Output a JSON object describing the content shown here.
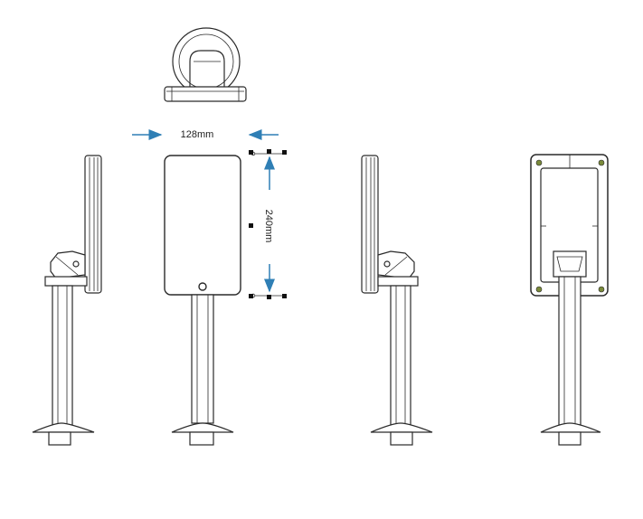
{
  "dimensions": {
    "width_label": "128mm",
    "height_label": "240mm"
  },
  "views": [
    "top",
    "left-side",
    "front",
    "right-side",
    "back"
  ],
  "colors": {
    "line": "#2a2a2a",
    "arrow": "#2f7fb5",
    "handle": "#111111",
    "screw": "#7a8a3a"
  }
}
